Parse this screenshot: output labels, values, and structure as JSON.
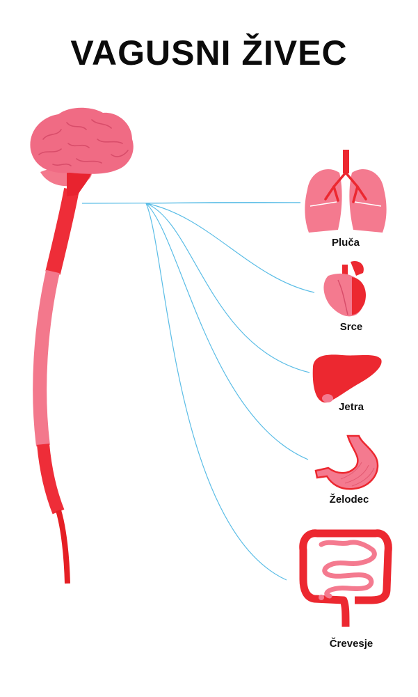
{
  "title": "VAGUSNI ŽIVEC",
  "colors": {
    "nerve_line": "#5bbde6",
    "brain": "#f06b84",
    "brain_stem": "#e8232f",
    "spine_red": "#ee2d38",
    "spine_pink": "#f3788c",
    "organ_pink": "#f47a8f",
    "organ_red": "#ec2830",
    "text": "#0b0b0b"
  },
  "icons": [
    "brain-icon",
    "lungs-icon",
    "heart-icon",
    "liver-icon",
    "stomach-icon",
    "intestines-icon"
  ],
  "organs": [
    {
      "label": "Pluča",
      "icon": "lungs-icon"
    },
    {
      "label": "Srce",
      "icon": "heart-icon"
    },
    {
      "label": "Jetra",
      "icon": "liver-icon"
    },
    {
      "label": "Želodec",
      "icon": "stomach-icon"
    },
    {
      "label": "Črevesje",
      "icon": "intestines-icon"
    }
  ]
}
